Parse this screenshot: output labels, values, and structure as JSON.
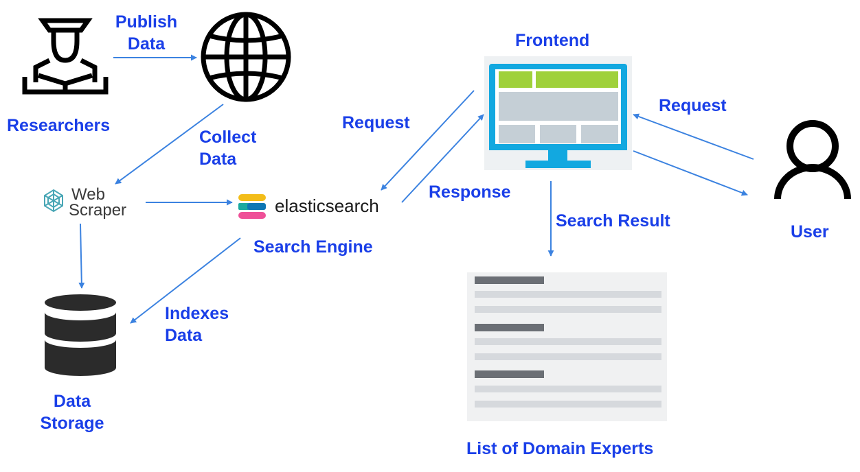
{
  "colors": {
    "label": "#1a3fe8",
    "arrow": "#3b82e0",
    "icon_dark": "#000000",
    "db_gray": "#2b2b2b",
    "monitor_blue": "#12a8e0",
    "monitor_green": "#9fd13b",
    "monitor_gray": "#c5cfd6",
    "list_bg": "#f0f1f2",
    "list_heading": "#6b6f75",
    "list_line": "#d6d9dd",
    "elastic_yellow": "#f3bd19",
    "elastic_teal": "#1ba9a0",
    "elastic_blue": "#0e77b4",
    "elastic_pink": "#ef5098",
    "webscraper_teal": "#48a6b5",
    "webscraper_text": "#3a3a3a"
  },
  "icons": {
    "researcher": "graduate-reading-icon",
    "globe": "globe-icon",
    "web_scraper_mark": "web-scraper-logo-icon",
    "elastic_mark": "elasticsearch-logo-icon",
    "database": "database-icon",
    "frontend": "monitor-icon",
    "user": "user-icon"
  },
  "nodes": {
    "researchers": "Researchers",
    "data_storage": [
      "Data",
      "Storage"
    ],
    "search_engine": "Search Engine",
    "frontend": "Frontend",
    "user": "User",
    "list_of_experts": "List of Domain Experts"
  },
  "logos": {
    "web_scraper": [
      "Web",
      "Scraper"
    ],
    "elasticsearch": "elasticsearch"
  },
  "edges": {
    "publish_data": [
      "Publish",
      "Data"
    ],
    "collect_data": [
      "Collect",
      "Data"
    ],
    "indexes_data": [
      "Indexes",
      "Data"
    ],
    "request_left": "Request",
    "response": "Response",
    "request_right": "Request",
    "search_result": "Search Result"
  }
}
